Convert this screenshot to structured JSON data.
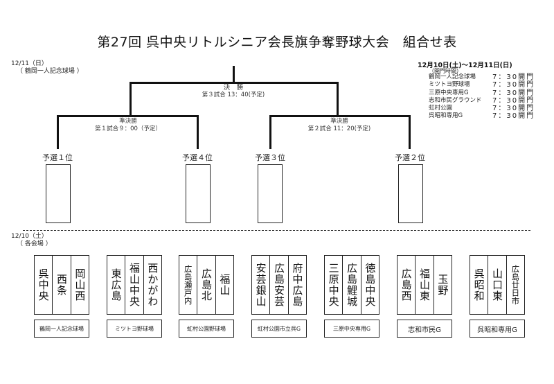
{
  "title": "第27回 呉中央リトルシニア会長旗争奪野球大会　組合せ表",
  "day2": {
    "date": "12/11（日）",
    "venue": "（ 鶴岡一人記念球場 ）"
  },
  "schedule": {
    "period": "12月10日(土)〜12月11日(日)",
    "gate_heading": "（開門時間）",
    "gates": [
      {
        "venue": "鶴岡一人記念球場",
        "time": "7：30開門"
      },
      {
        "venue": "ミツトヨ野球場",
        "time": "7：30開門"
      },
      {
        "venue": "三原中央専用G",
        "time": "7：30開門"
      },
      {
        "venue": "志和市民グラウンド",
        "time": "7：30開門"
      },
      {
        "venue": "虹村公園",
        "time": "7：30開門"
      },
      {
        "venue": "呉昭和専用G",
        "time": "7：30開門"
      }
    ]
  },
  "bracket": {
    "final": {
      "name": "決　勝",
      "detail": "第３試合 13：40(予定)"
    },
    "semis": [
      {
        "name": "準決勝",
        "detail": "第１試合９：00（予定）"
      },
      {
        "name": "準決勝",
        "detail": "第２試合 11：20(予定)"
      }
    ],
    "seeds": [
      "予選１位",
      "予選４位",
      "予選３位",
      "予選２位"
    ]
  },
  "day1": {
    "date": "12/10（土）",
    "venue": "（ 各会場 ）"
  },
  "groups": [
    {
      "teams": [
        "呉中央",
        "西条",
        "岡山西"
      ],
      "venue": "鶴岡一人記念球場"
    },
    {
      "teams": [
        "東広島",
        "福山中央",
        "西かがわ"
      ],
      "venue": "ミツトヨ野球場"
    },
    {
      "teams": [
        "広島瀬戸内",
        "広島北",
        "福山"
      ],
      "venue": "虹村公園野球場"
    },
    {
      "teams": [
        "安芸銀山",
        "広島安芸",
        "府中広島"
      ],
      "venue": "虹村公園市立呉G"
    },
    {
      "teams": [
        "三原中央",
        "広島鯉城",
        "徳島中央"
      ],
      "venue": "三原中央専用G"
    },
    {
      "teams": [
        "広島西",
        "福山東",
        "玉野"
      ],
      "venue": "志和市民G"
    },
    {
      "teams": [
        "呉昭和",
        "山口東",
        "広島廿日市"
      ],
      "venue": "呉昭和専用G"
    }
  ]
}
